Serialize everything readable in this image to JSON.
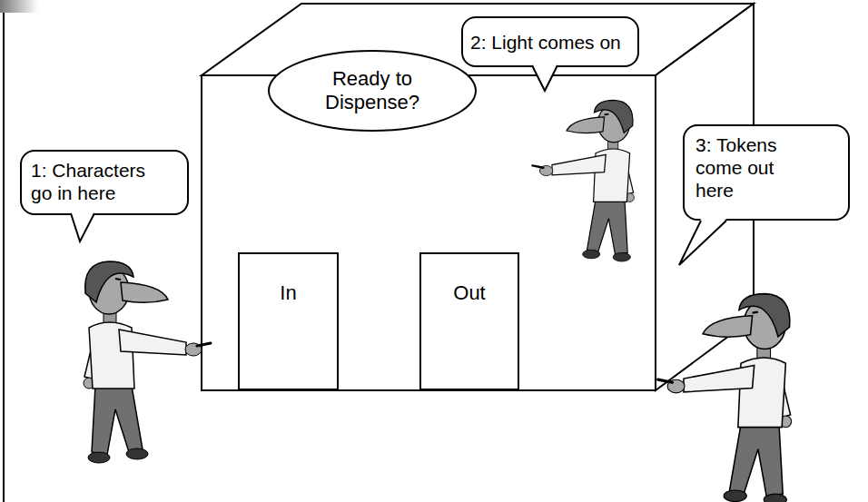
{
  "diagram": {
    "nodes": [
      {
        "text": [
          "1: Characters go in here"
        ]
      },
      {
        "text": [
          "2: Light comes on"
        ]
      },
      {
        "text": [
          "3: Tokens come out here"
        ]
      },
      {
        "text": [
          "Ready to Dispense?"
        ]
      },
      {
        "text": [
          "In"
        ]
      },
      {
        "text": [
          "Out"
        ]
      }
    ]
  }
}
